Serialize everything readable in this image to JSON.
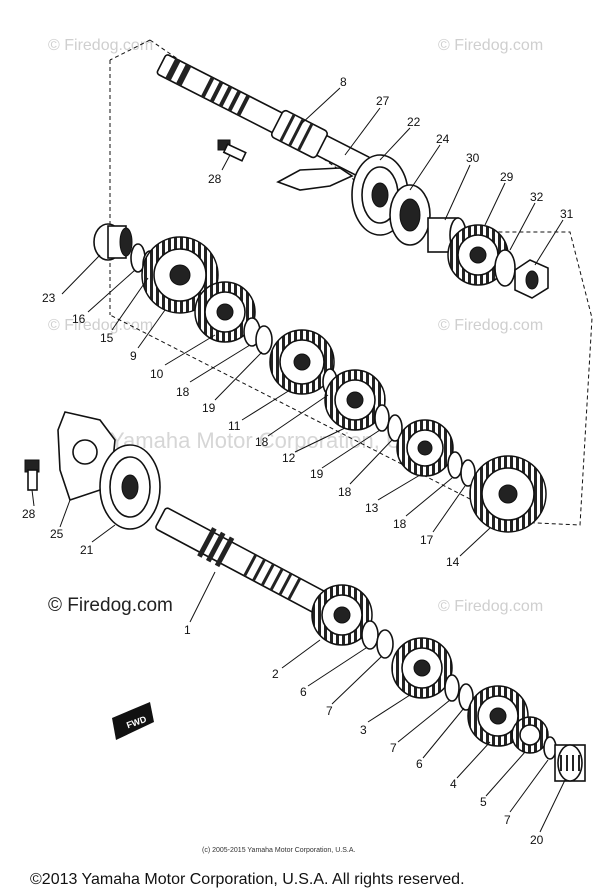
{
  "watermarks": {
    "top_left": "© Firedog.com",
    "top_right": "© Firedog.com",
    "mid_left": "© Firedog.com",
    "mid_right": "© Firedog.com",
    "center": "Yamaha Motor Corporation, U.S.A.",
    "lower_left": "© Firedog.com",
    "lower_right": "© Firedog.com"
  },
  "fwd_mark": "FWD",
  "small_copyright": "(c) 2005-2015 Yamaha Motor Corporation, U.S.A.",
  "footer_copyright": "©2013 Yamaha Motor Corporation, U.S.A. All rights reserved.",
  "callouts": [
    {
      "id": "c8",
      "text": "8"
    },
    {
      "id": "c27",
      "text": "27"
    },
    {
      "id": "c22",
      "text": "22"
    },
    {
      "id": "c24",
      "text": "24"
    },
    {
      "id": "c30",
      "text": "30"
    },
    {
      "id": "c29",
      "text": "29"
    },
    {
      "id": "c32",
      "text": "32"
    },
    {
      "id": "c31",
      "text": "31"
    },
    {
      "id": "c28a",
      "text": "28"
    },
    {
      "id": "c23",
      "text": "23"
    },
    {
      "id": "c16",
      "text": "16"
    },
    {
      "id": "c15",
      "text": "15"
    },
    {
      "id": "c9",
      "text": "9"
    },
    {
      "id": "c10",
      "text": "10"
    },
    {
      "id": "c18a",
      "text": "18"
    },
    {
      "id": "c19a",
      "text": "19"
    },
    {
      "id": "c11",
      "text": "11"
    },
    {
      "id": "c18b",
      "text": "18"
    },
    {
      "id": "c12",
      "text": "12"
    },
    {
      "id": "c19b",
      "text": "19"
    },
    {
      "id": "c18c",
      "text": "18"
    },
    {
      "id": "c13",
      "text": "13"
    },
    {
      "id": "c18d",
      "text": "18"
    },
    {
      "id": "c17",
      "text": "17"
    },
    {
      "id": "c14",
      "text": "14"
    },
    {
      "id": "c28b",
      "text": "28"
    },
    {
      "id": "c25",
      "text": "25"
    },
    {
      "id": "c21",
      "text": "21"
    },
    {
      "id": "c1",
      "text": "1"
    },
    {
      "id": "c2",
      "text": "2"
    },
    {
      "id": "c6a",
      "text": "6"
    },
    {
      "id": "c7a",
      "text": "7"
    },
    {
      "id": "c3",
      "text": "3"
    },
    {
      "id": "c7b",
      "text": "7"
    },
    {
      "id": "c6b",
      "text": "6"
    },
    {
      "id": "c4",
      "text": "4"
    },
    {
      "id": "c5",
      "text": "5"
    },
    {
      "id": "c7c",
      "text": "7"
    },
    {
      "id": "c20",
      "text": "20"
    }
  ]
}
